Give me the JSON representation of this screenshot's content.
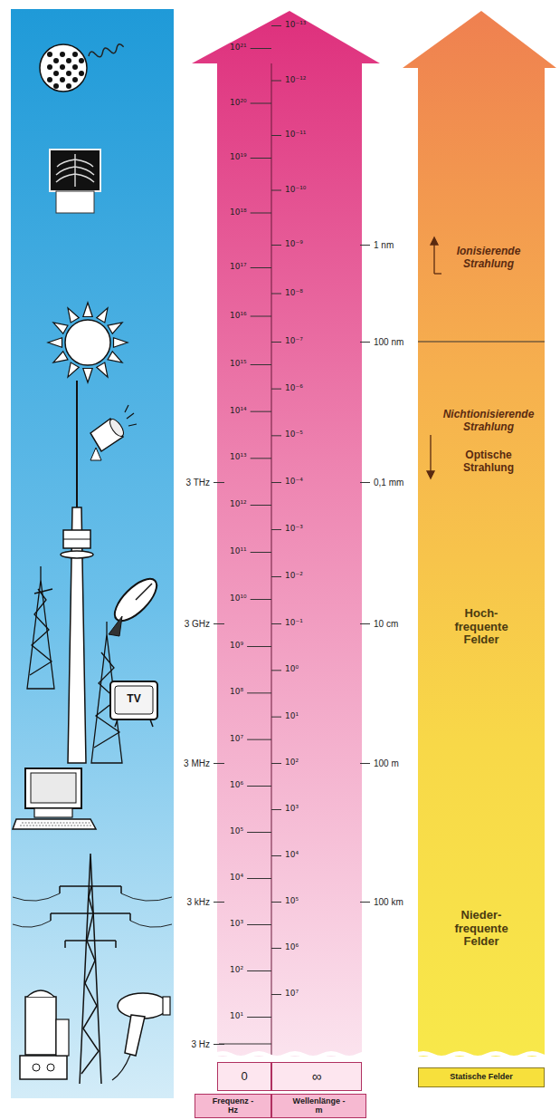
{
  "diagram": {
    "nodes": [
      {
        "text": [
          "Statische Felder"
        ]
      },
      {
        "text": [
          "0"
        ]
      },
      {
        "text": [
          "∞"
        ]
      },
      {
        "text": [
          "Frequenz -Hz"
        ]
      },
      {
        "text": [
          "Wellenlänge -m"
        ]
      }
    ],
    "labels": [
      "10²¹",
      "10²⁰",
      "10¹⁹",
      "10¹⁸",
      "10¹⁷",
      "10¹⁶",
      "10¹⁵",
      "10¹⁴",
      "10¹³",
      "10¹²",
      "10¹¹",
      "10¹⁰",
      "10⁹",
      "10⁸",
      "10⁷",
      "10⁶",
      "10⁵",
      "10⁴",
      "10³",
      "10²",
      "10¹",
      "3 THz",
      "3 GHz",
      "3 MHz",
      "3 kHz",
      "3 Hz",
      "10⁻¹³",
      "10⁻¹²",
      "10⁻¹¹",
      "10⁻¹⁰",
      "10⁻⁹",
      "10⁻⁸",
      "10⁻⁷",
      "10⁻⁶",
      "10⁻⁵",
      "10⁻⁴",
      "10⁻³",
      "10⁻²",
      "10⁻¹",
      "10⁰",
      "10¹",
      "10²",
      "10³",
      "10⁴",
      "10⁵",
      "10⁶",
      "10⁷",
      "1 nm",
      "100 nm",
      "0,1 mm",
      "10 cm",
      "100 m",
      "100 km",
      "Ionisierende Strahlung",
      "Nichtionisierende Strahlung",
      "Optische Strahlung",
      "Hoch-frequente Felder",
      "Nieder-frequente Felder",
      "TV"
    ]
  }
}
